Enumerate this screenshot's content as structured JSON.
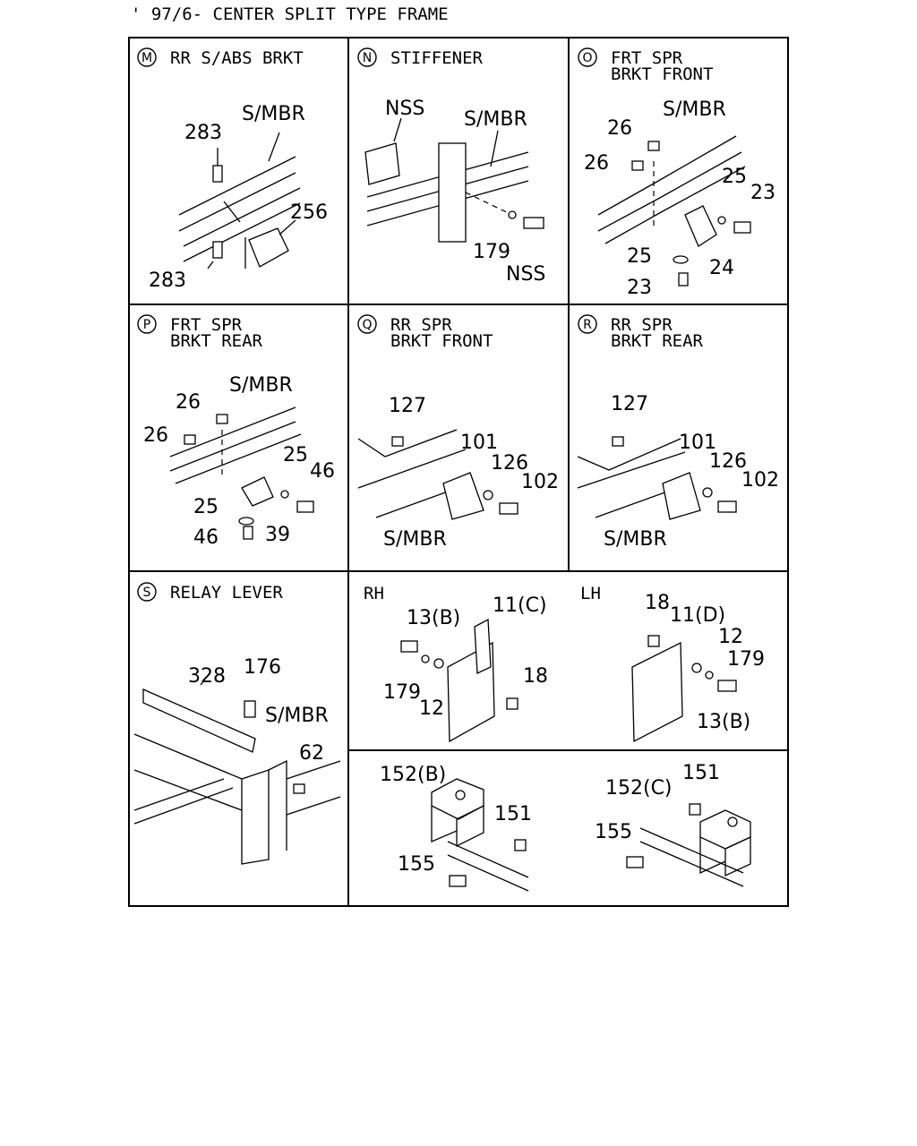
{
  "header": "' 97/6- CENTER SPLIT TYPE FRAME",
  "panels": {
    "M": {
      "letter": "M",
      "title1": "RR S/ABS BRKT",
      "title2": "",
      "labels": {
        "smbr": "S/MBR",
        "a": "283",
        "b": "256",
        "c": "283"
      }
    },
    "N": {
      "letter": "N",
      "title1": "STIFFENER",
      "title2": "",
      "labels": {
        "nss1": "NSS",
        "smbr": "S/MBR",
        "a": "179",
        "nss2": "NSS"
      }
    },
    "O": {
      "letter": "O",
      "title1": "FRT SPR",
      "title2": "BRKT FRONT",
      "labels": {
        "smbr": "S/MBR",
        "a": "26",
        "b": "26",
        "c": "25",
        "d": "23",
        "e": "25",
        "f": "24",
        "g": "23"
      }
    },
    "P": {
      "letter": "P",
      "title1": "FRT SPR",
      "title2": "BRKT REAR",
      "labels": {
        "smbr": "S/MBR",
        "a": "26",
        "b": "26",
        "c": "25",
        "d": "46",
        "e": "25",
        "f": "46",
        "g": "39"
      }
    },
    "Q": {
      "letter": "Q",
      "title1": "RR SPR",
      "title2": "BRKT FRONT",
      "labels": {
        "a": "127",
        "b": "101",
        "c": "126",
        "d": "102",
        "smbr": "S/MBR"
      }
    },
    "R": {
      "letter": "R",
      "title1": "RR SPR",
      "title2": "BRKT REAR",
      "labels": {
        "a": "127",
        "b": "101",
        "c": "126",
        "d": "102",
        "smbr": "S/MBR"
      }
    },
    "S": {
      "letter": "S",
      "title1": "RELAY LEVER",
      "labels": {
        "a": "328",
        "b": "176",
        "smbr": "S/MBR",
        "c": "62"
      }
    },
    "RH": {
      "title": "RH",
      "labels": {
        "a": "13(B)",
        "b": "11(C)",
        "c": "18",
        "d": "179",
        "e": "12"
      }
    },
    "LH": {
      "title": "LH",
      "labels": {
        "a": "18",
        "b": "11(D)",
        "c": "12",
        "d": "179",
        "e": "13(B)"
      }
    },
    "B1": {
      "labels": {
        "a": "152(B)",
        "b": "151",
        "c": "155"
      }
    },
    "B2": {
      "labels": {
        "a": "151",
        "b": "152(C)",
        "c": "155"
      }
    }
  }
}
